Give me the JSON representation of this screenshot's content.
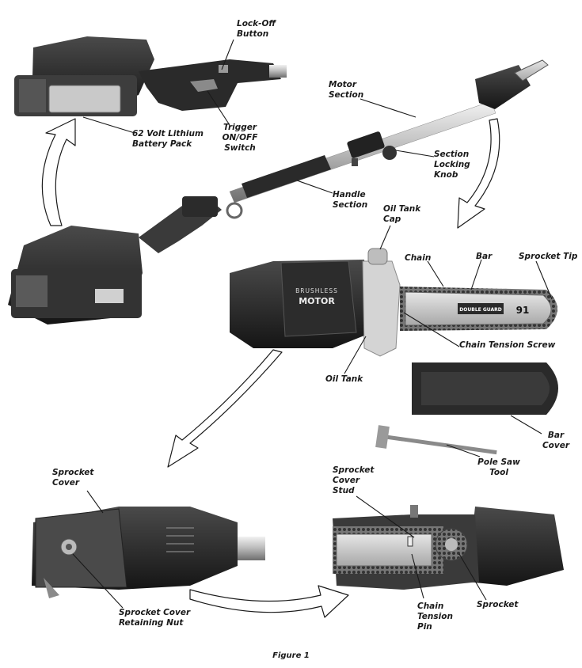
{
  "labels": {
    "lock_off": [
      "Lock-Off",
      "Button"
    ],
    "trigger": [
      "Trigger",
      "ON/OFF",
      "Switch"
    ],
    "battery": [
      "62 Volt Lithium",
      "Battery Pack"
    ],
    "motor_section": [
      "Motor",
      "Section"
    ],
    "section_knob": [
      "Section",
      "Locking",
      "Knob"
    ],
    "handle_section": [
      "Handle",
      "Section"
    ],
    "oil_tank_cap": [
      "Oil Tank",
      "Cap"
    ],
    "chain": [
      "Chain"
    ],
    "bar": [
      "Bar"
    ],
    "sprocket_tip": [
      "Sprocket Tip"
    ],
    "chain_tension_screw": [
      "Chain Tension Screw"
    ],
    "oil_tank": [
      "Oil Tank"
    ],
    "bar_cover": [
      "Bar",
      "Cover"
    ],
    "pole_saw_tool": [
      "Pole Saw",
      "Tool"
    ],
    "sprocket_cover": [
      "Sprocket",
      "Cover"
    ],
    "sprocket_cover_nut": [
      "Sprocket Cover",
      "Retaining Nut"
    ],
    "sprocket_cover_stud": [
      "Sprocket",
      "Cover",
      "Stud"
    ],
    "chain_tension_pin": [
      "Chain",
      "Tension",
      "Pin"
    ],
    "sprocket": [
      "Sprocket"
    ]
  },
  "product_text": {
    "motor_badge_top": "BRUSHLESS",
    "motor_badge_bottom": "MOTOR",
    "bar_brand": "DOUBLE GUARD",
    "bar_number": "91"
  },
  "caption": "Figure 1"
}
